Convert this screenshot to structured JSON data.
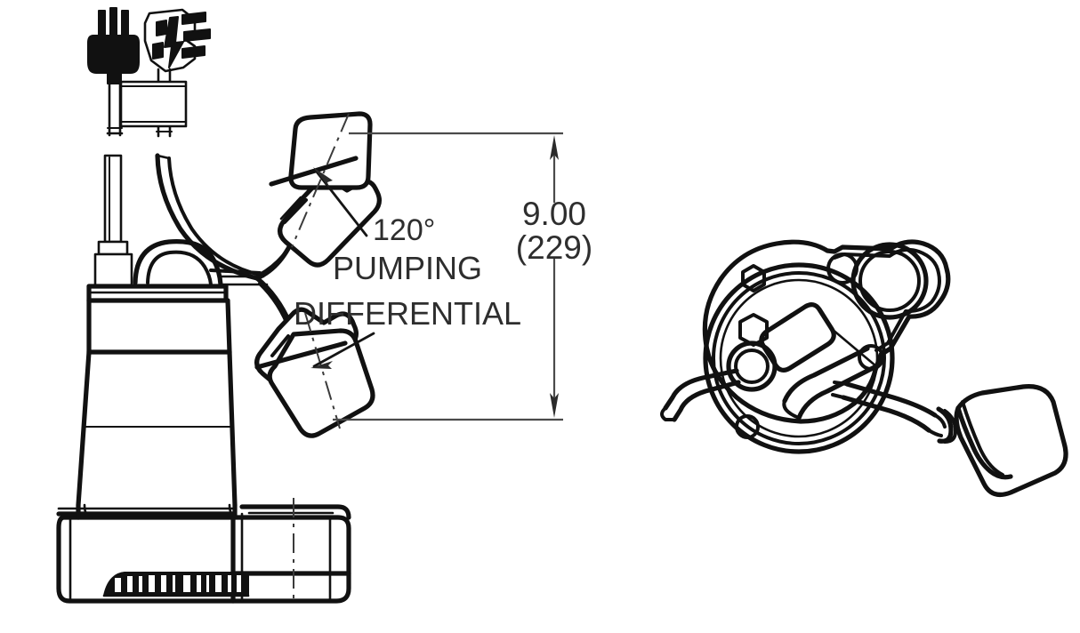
{
  "drawing": {
    "title": "submersible-sump-pump-dimensional-drawing",
    "background_color": "#ffffff",
    "line_color": "#111111",
    "text_color": "#2e2e2e",
    "dimension_line_color": "#4a4a4a"
  },
  "annotations": {
    "angle": "120°",
    "note_line_1": "PUMPING",
    "note_line_2": "DIFFERENTIAL",
    "dimension_inches": "9.00",
    "dimension_mm": "(229)"
  },
  "views": {
    "side_view": {
      "name": "side-elevation-view",
      "components": [
        "power-cord-plug",
        "piggyback-plug",
        "cord-clamp-bracket",
        "cord-strain-relief",
        "carrying-handle",
        "motor-housing",
        "tapered-pump-body",
        "pump-base",
        "intake-screen-slots",
        "upper-float-switch",
        "lower-float-switch",
        "float-switch-arm-upper",
        "float-switch-arm-lower"
      ]
    },
    "top_view": {
      "name": "top-plan-view",
      "components": [
        "housing-outline",
        "motor-cover-circle",
        "discharge-port",
        "screw-hole-top",
        "hex-bolt-left",
        "hex-bolt-lower",
        "handle-bar",
        "float-arm",
        "float-body",
        "power-cord-outlet"
      ]
    }
  }
}
